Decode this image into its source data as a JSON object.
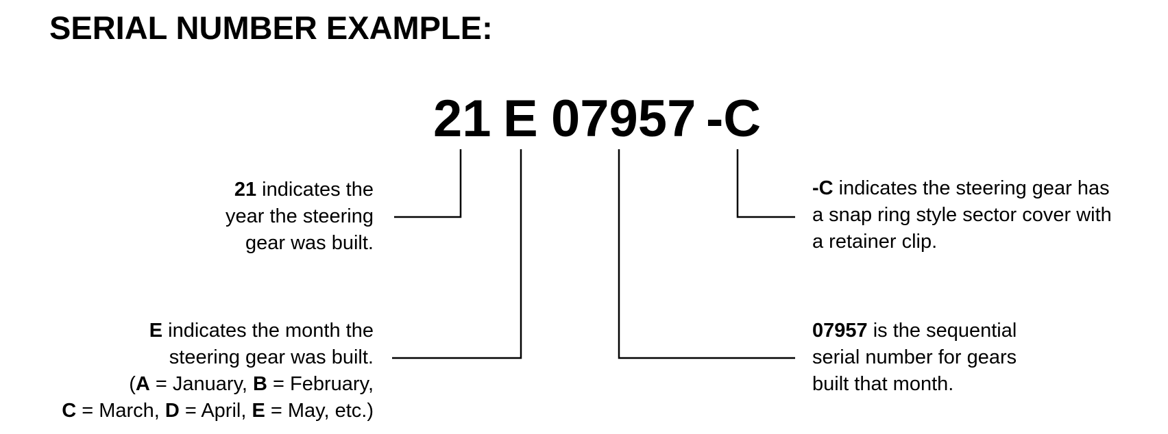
{
  "heading": "SERIAL NUMBER EXAMPLE:",
  "serial": {
    "year": "21",
    "month": "E",
    "sequence": "07957",
    "suffix": "-C"
  },
  "notes": {
    "year": {
      "code": "21",
      "line1_rest": " indicates the",
      "line2": "year the steering",
      "line3": "gear was built."
    },
    "month": {
      "code": "E",
      "line1_rest": " indicates the month the",
      "line2": "steering gear was built.",
      "line3_open": "(",
      "line3_a": "A",
      "line3_a_rest": " = January, ",
      "line3_b": "B",
      "line3_b_rest": " = February,",
      "line4_c": "C",
      "line4_c_rest": " = March, ",
      "line4_d": "D",
      "line4_d_rest": " = April, ",
      "line4_e": "E",
      "line4_e_rest": " = May, etc.)"
    },
    "suffix": {
      "code": "-C",
      "line1_rest": " indicates the steering gear has",
      "line2": "a snap ring style sector cover with",
      "line3": "a retainer clip."
    },
    "sequence": {
      "code": "07957",
      "line1_rest": " is the sequential",
      "line2": "serial number for gears",
      "line3": "built that month."
    }
  }
}
